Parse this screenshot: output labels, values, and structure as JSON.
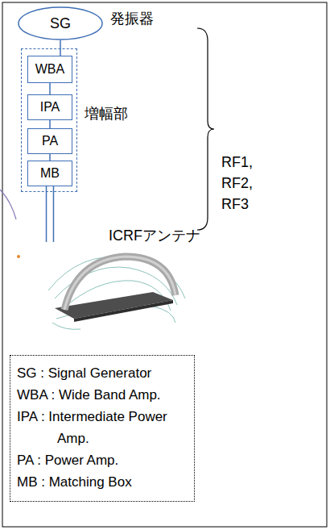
{
  "diagram": {
    "nodes": [
      {
        "text": [
          "SG",
          "発振器"
        ]
      },
      {
        "text": [
          "増幅部"
        ]
      },
      {
        "text": [
          "WBA"
        ],
        "in": 1
      },
      {
        "text": [
          "IPA"
        ],
        "in": 1
      },
      {
        "text": [
          "PA"
        ],
        "in": 1
      },
      {
        "text": [
          "MB"
        ],
        "in": 1
      },
      {
        "text": [
          "ICRFアンテナ"
        ]
      },
      {
        "text": [
          "SG : Signal Generator",
          "WBA : Wide Band Amp.",
          "IPA : Intermediate Power Amp.",
          "PA : Power Amp.",
          "MB : Matching Box"
        ]
      }
    ],
    "edges": [
      {
        "from": 0,
        "to": 2,
        "arrow": "none"
      },
      {
        "from": 2,
        "to": 3,
        "arrow": "none"
      },
      {
        "from": 3,
        "to": 4,
        "arrow": "none"
      },
      {
        "from": 4,
        "to": 5,
        "arrow": "none"
      },
      {
        "from": 5,
        "to": 6,
        "arrow": "none"
      },
      {
        "from": 5,
        "to": 6,
        "arrow": "none"
      }
    ],
    "labels": [
      "RF1, RF2, RF3"
    ]
  }
}
